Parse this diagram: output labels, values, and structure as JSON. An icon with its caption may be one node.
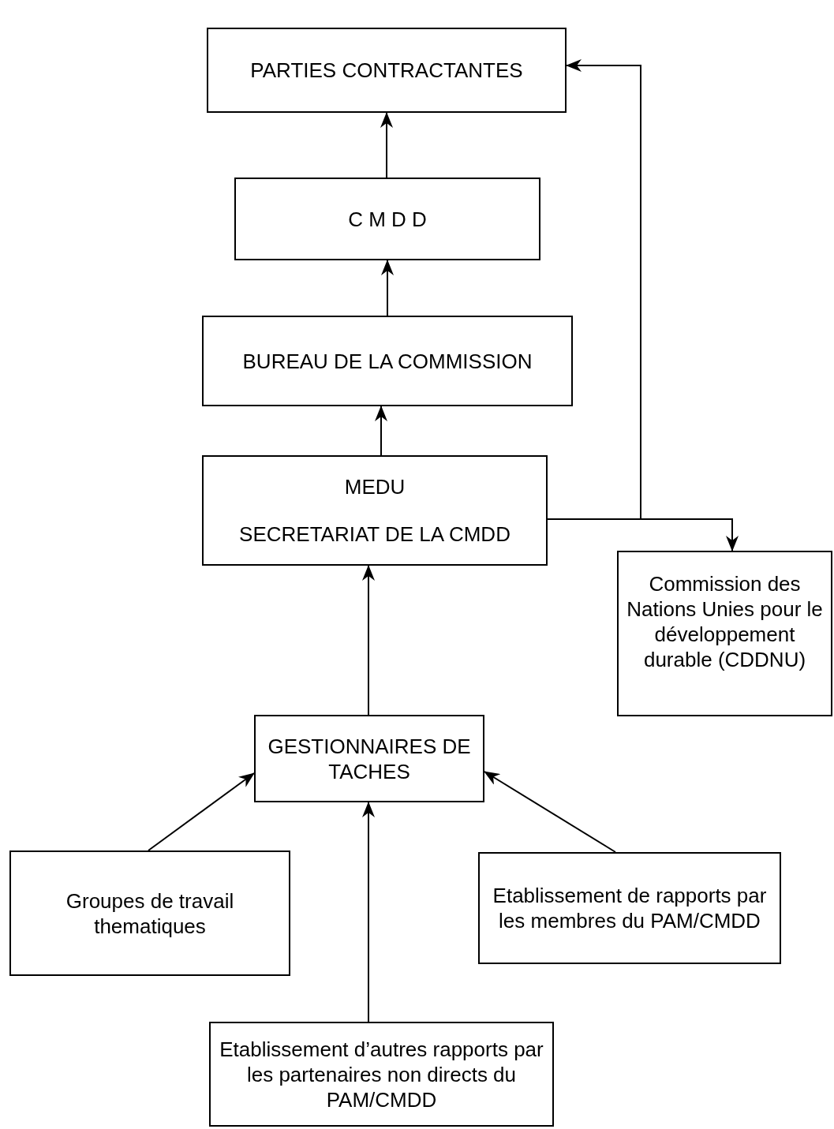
{
  "diagram": {
    "nodes": [
      {
        "text": [
          "PARTIES CONTRACTANTES"
        ]
      },
      {
        "text": [
          "C M D D"
        ]
      },
      {
        "text": [
          "BUREAU DE LA COMMISSION"
        ]
      },
      {
        "text": [
          "MEDU",
          "SECRETARIAT DE LA CMDD"
        ]
      },
      {
        "text": [
          "Commission des Nations Unies pour le développement durable (CDDNU)"
        ]
      },
      {
        "text": [
          "GESTIONNAIRES DE TACHES"
        ]
      },
      {
        "text": [
          "Groupes de travail thematiques"
        ]
      },
      {
        "text": [
          "Etablissement de rapports par les membres du PAM/CMDD"
        ]
      },
      {
        "text": [
          "Etablissement d’autres rapports par les partenaires non directs du PAM/CMDD"
        ]
      }
    ],
    "edges": [
      {
        "from": 1,
        "to": 0,
        "arrow": "to"
      },
      {
        "from": 2,
        "to": 1,
        "arrow": "to"
      },
      {
        "from": 3,
        "to": 2,
        "arrow": "to"
      },
      {
        "from": 3,
        "to": 0,
        "arrow": "to"
      },
      {
        "from": 3,
        "to": 4,
        "arrow": "to"
      },
      {
        "from": 5,
        "to": 3,
        "arrow": "to"
      },
      {
        "from": 6,
        "to": 5,
        "arrow": "to"
      },
      {
        "from": 7,
        "to": 5,
        "arrow": "to"
      },
      {
        "from": 8,
        "to": 5,
        "arrow": "to"
      }
    ]
  }
}
